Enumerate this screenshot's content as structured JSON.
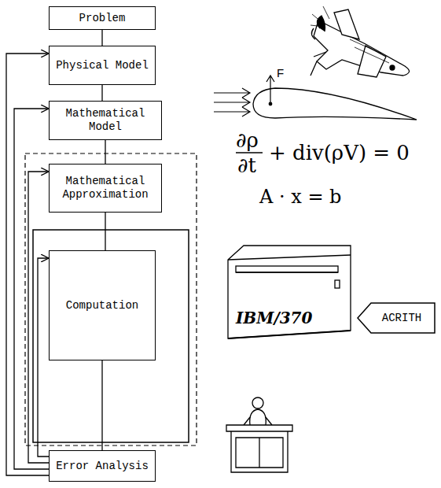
{
  "diagram": {
    "nodes": [
      {
        "text": [
          "Problem"
        ]
      },
      {
        "text": [
          "Physical Model"
        ]
      },
      {
        "text": [
          "Mathematical Model"
        ]
      },
      {
        "text": [
          "Mathematical Approximation"
        ]
      },
      {
        "text": [
          "Computation"
        ]
      },
      {
        "text": [
          "Error Analysis"
        ]
      },
      {
        "text": [
          "ACRITH"
        ]
      }
    ],
    "edges": [
      {
        "from": 0,
        "to": 1,
        "arrow": "none"
      },
      {
        "from": 1,
        "to": 2,
        "arrow": "none"
      },
      {
        "from": 2,
        "to": 3,
        "arrow": "none"
      },
      {
        "from": 3,
        "to": 4,
        "arrow": "none"
      },
      {
        "from": 4,
        "to": 5,
        "arrow": "none"
      },
      {
        "from": 5,
        "to": 1,
        "arrow": "to"
      },
      {
        "from": 5,
        "to": 2,
        "arrow": "to"
      },
      {
        "from": 5,
        "to": 3,
        "arrow": "to"
      },
      {
        "from": 5,
        "to": 4,
        "arrow": "to"
      }
    ],
    "labels": [
      "F",
      "∂ρ",
      "∂t",
      "+ div(ρV) = 0",
      "A · x = b",
      "IBM/370"
    ]
  }
}
